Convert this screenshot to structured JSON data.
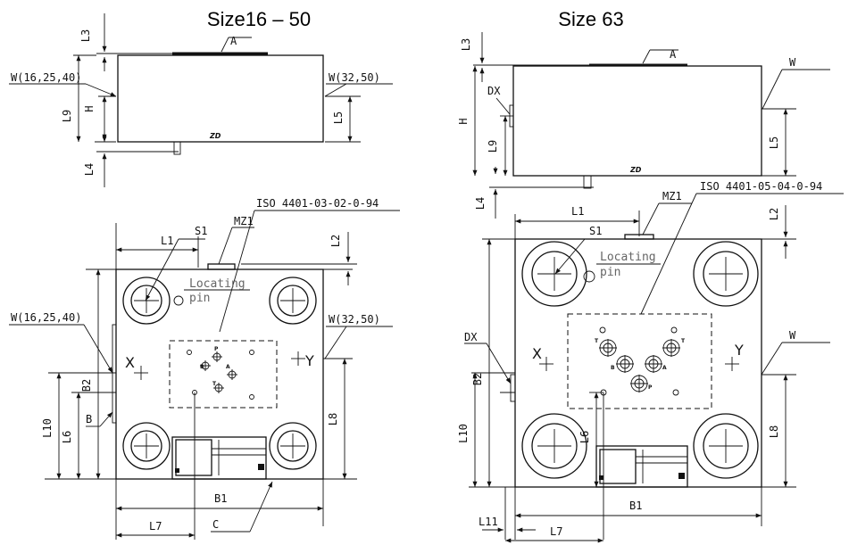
{
  "titles": {
    "left": "Size16 – 50",
    "right": "Size 63"
  },
  "left": {
    "top_view": {
      "L3": "L3",
      "A": "A",
      "W_left": "W(16,25,40)",
      "W_right": "W(32,50)",
      "H": "H",
      "L9": "L9",
      "L5": "L5",
      "L4": "L4"
    },
    "front_view": {
      "iso": "ISO 4401-03-02-0-94",
      "S1": "S1",
      "L1": "L1",
      "MZ1": "MZ1",
      "L2": "L2",
      "locating_pin": [
        "Locating",
        "pin"
      ],
      "W_left": "W(16,25,40)",
      "W_right": "W(32,50)",
      "X": "X",
      "Y": "Y",
      "B2": "B2",
      "L10": "L10",
      "L6": "L6",
      "B": "B",
      "L8": "L8",
      "B1": "B1",
      "L7": "L7",
      "C": "C",
      "ports": {
        "P": "P",
        "A": "A",
        "B": "B",
        "T": "T"
      }
    }
  },
  "right": {
    "top_view": {
      "L3": "L3",
      "A": "A",
      "W": "W",
      "DX": "DX",
      "H": "H",
      "L9": "L9",
      "L5": "L5",
      "L4": "L4"
    },
    "front_view": {
      "iso": "ISO 4401-05-04-0-94",
      "L1": "L1",
      "MZ1": "MZ1",
      "L2": "L2",
      "S1": "S1",
      "locating_pin": [
        "Locating",
        "pin"
      ],
      "DX": "DX",
      "W": "W",
      "X": "X",
      "Y": "Y",
      "B2": "B2",
      "L10": "L10",
      "L6": "L6",
      "L8": "L8",
      "B1": "B1",
      "L11": "L11",
      "L7": "L7",
      "ports": {
        "T1": "T",
        "T2": "T",
        "B": "B",
        "A": "A",
        "P": "P"
      }
    }
  }
}
